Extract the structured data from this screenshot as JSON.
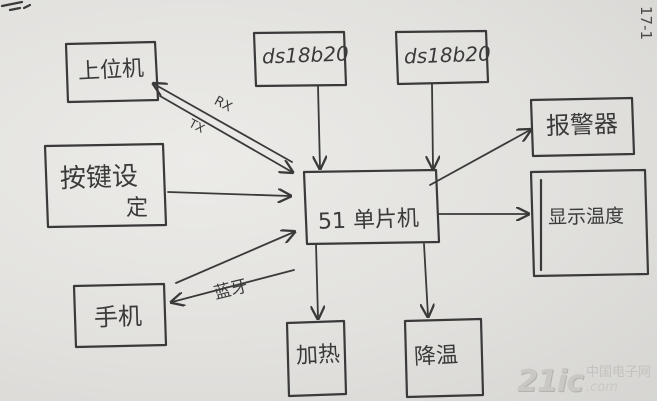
{
  "diagram": {
    "nodes": {
      "upper_pc": "上位机",
      "sensor_1": "ds18b20",
      "sensor_2": "ds18b20",
      "alarm": "报警器",
      "keypad": "按键设",
      "keypad_line2": "定",
      "mcu": "51 单片机",
      "display": "显示温度",
      "phone": "手机",
      "heater": "加热",
      "cooler": "降温"
    },
    "edge_labels": {
      "rx": "RX",
      "tx": "TX",
      "bluetooth": "蓝牙"
    },
    "corner_note": "17-1"
  },
  "watermark": {
    "brand": "21ic",
    "chinese": "中国电子网",
    "domain": ".com"
  },
  "colors": {
    "ink": "#3a3a3a",
    "paper": "#e4e3e0"
  }
}
